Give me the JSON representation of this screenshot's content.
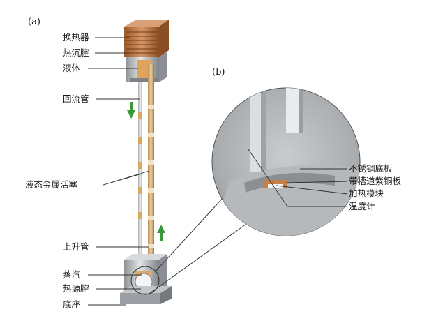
{
  "panels": {
    "a": "(a)",
    "b": "(b)"
  },
  "labels_a": {
    "heat_exchanger": "换热器",
    "heat_sink_cavity": "热沉腔",
    "liquid": "液体",
    "return_pipe": "回流管",
    "liquid_metal_piston": "液态金属活塞",
    "riser_pipe": "上升管",
    "vapor": "蒸汽",
    "heat_source_cavity": "热源腔",
    "base": "底座"
  },
  "labels_b": {
    "stainless_bottom_plate": "不锈钢底板",
    "grooved_copper_plate": "带槽道紫铜板",
    "heating_module": "加热模块",
    "thermometer": "温度计"
  },
  "colors": {
    "copper": "#c8834e",
    "steel": "#b9bcbf",
    "arrow_green": "#3a9a3a",
    "pipe_gold": "#d8b37a"
  }
}
